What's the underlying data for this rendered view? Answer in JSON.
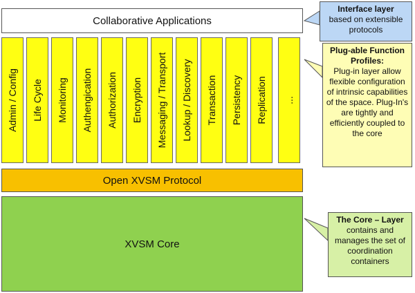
{
  "layers": {
    "applications": "Collaborative Applications",
    "protocol": "Open XVSM Protocol",
    "core": "XVSM Core"
  },
  "plugins": [
    "Admin / Config",
    "Life Cycle",
    "Monitoring",
    "Authengication",
    "Authorization",
    "Encryption",
    "Messaging / Transport",
    "Lookup / Discovery",
    "Transaction",
    "Persistency",
    "Replication",
    "..."
  ],
  "callouts": {
    "interface": {
      "title": "Interface layer",
      "body": "based on extensible protocols"
    },
    "plugins": {
      "title": "Plug-able Function Profiles:",
      "body": "Plug-in layer allow flexible configuration of intrinsic capabilities of the space. Plug-In's are tightly and efficiently coupled to the core"
    },
    "core": {
      "title": "The Core – Layer",
      "body": "contains and manages the set of coordination containers"
    }
  },
  "colors": {
    "plugin_fill": "#ffff12",
    "protocol_fill": "#f8c000",
    "core_fill": "#8fd14f",
    "interface_callout": "#bcd7f5",
    "plugins_callout": "#fefdb5",
    "core_callout": "#d7f0a6"
  }
}
